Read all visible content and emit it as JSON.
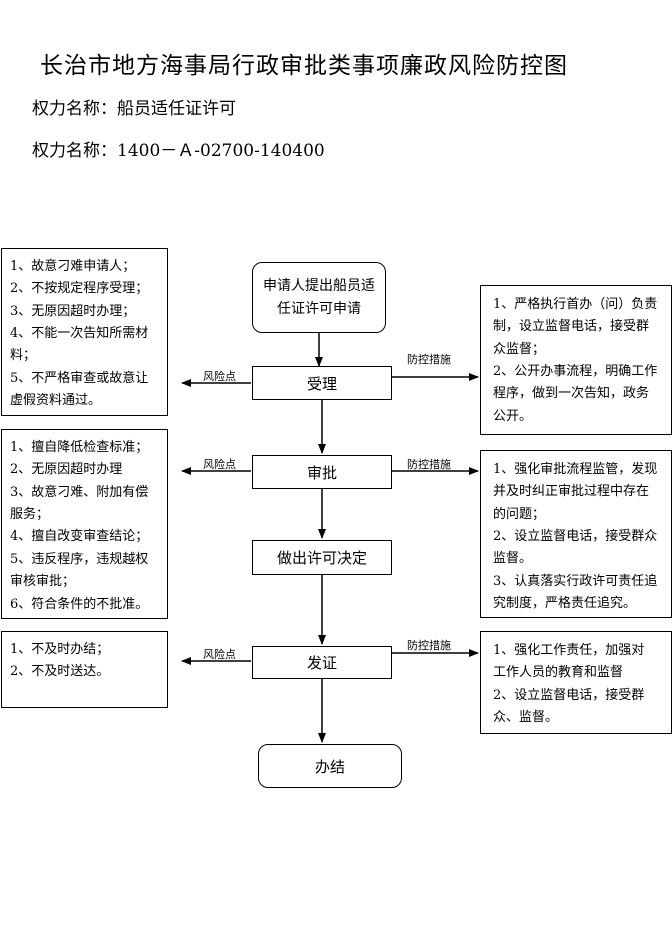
{
  "header": {
    "title": "长治市地方海事局行政审批类事项廉政风险防控图",
    "power_name_line": "权力名称：船员适任证许可",
    "power_code_line": "权力名称：1400－Ａ-02700-140400"
  },
  "labels": {
    "risk_point": "风险点",
    "control_measure": "防控措施"
  },
  "flow": {
    "start": "申请人提出船员适任证许可申请",
    "accept": "受理",
    "review": "审批",
    "decision": "做出许可决定",
    "issue": "发证",
    "end": "办结"
  },
  "risks": {
    "accept": [
      "1、故意刁难申请人；",
      "2、不按规定程序受理；",
      "3、无原因超时办理；",
      "4、不能一次告知所需材",
      "料；",
      "5、不严格审查或故意让",
      "虚假资料通过。"
    ],
    "review": [
      "1、擅自降低检查标准；",
      "2、无原因超时办理",
      "3、故意刁难、附加有偿",
      "服务；",
      "4、擅自改变审查结论；",
      "5、违反程序，违规越权",
      "审核审批；",
      "6、符合条件的不批准。"
    ],
    "issue": [
      "1、不及时办结；",
      "2、不及时送达。"
    ]
  },
  "controls": {
    "accept": [
      "1、严格执行首办（问）负责",
      "制，设立监督电话，接受群",
      "众监督；",
      "2、公开办事流程，明确工作",
      "程序，做到一次告知，政务",
      "公开。"
    ],
    "review": [
      "1、强化审批流程监管，发现",
      "并及时纠正审批过程中存在",
      "的问题；",
      "2、设立监督电话，接受群众",
      "监督。",
      "3、认真落实行政许可责任追",
      "究制度，严格责任追究。"
    ],
    "issue": [
      "1、强化工作责任，加强对",
      "工作人员的教育和监督",
      "2、设立监督电话，接受群",
      "众、监督。"
    ]
  }
}
